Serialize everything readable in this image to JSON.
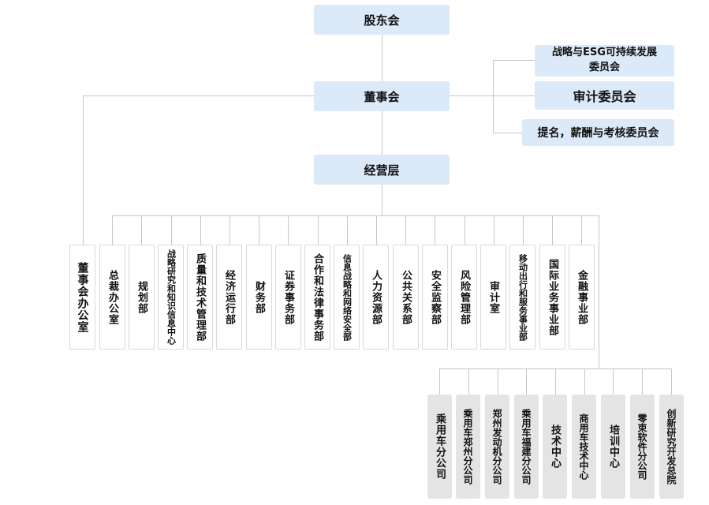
{
  "nodes": {
    "shareholders": {
      "label": "股东会"
    },
    "board": {
      "label": "董事会"
    },
    "management": {
      "label": "经营层"
    }
  },
  "committees": [
    {
      "label": "战略与ESG可持续发展委员会"
    },
    {
      "label": "审计委员会"
    },
    {
      "label": "提名，薪酬与考核委员会"
    }
  ],
  "departments": [
    {
      "label": "董事会办公室"
    },
    {
      "label": "总裁办公室"
    },
    {
      "label": "规划部"
    },
    {
      "label": "战略研究和知识信息中心"
    },
    {
      "label": "质量和技术管理部"
    },
    {
      "label": "经济运行部"
    },
    {
      "label": "财务部"
    },
    {
      "label": "证券事务部"
    },
    {
      "label": "合作和法律事务部"
    },
    {
      "label": "信息战略和网络安全部"
    },
    {
      "label": "人力资源部"
    },
    {
      "label": "公共关系部"
    },
    {
      "label": "安全监察部"
    },
    {
      "label": "风险管理部"
    },
    {
      "label": "审计室"
    },
    {
      "label": "移动出行和服务事业部"
    },
    {
      "label": "国际业务事业部"
    },
    {
      "label": "金融事业部"
    }
  ],
  "subsidiaries": [
    {
      "label": "乘用车分公司"
    },
    {
      "label": "乘用车郑州分公司"
    },
    {
      "label": "郑州发动机分公司"
    },
    {
      "label": "乘用车福建分公司"
    },
    {
      "label": "技术中心"
    },
    {
      "label": "商用车技术中心"
    },
    {
      "label": "培训中心"
    },
    {
      "label": "零束软件分公司"
    },
    {
      "label": "创新研究开发总院"
    }
  ],
  "colors": {
    "node_blue": "#dbe9f8",
    "subsidiary_gray": "#e4e4e4",
    "department_white": "#ffffff",
    "line_gray": "#c6c6c6",
    "text": "#111111"
  }
}
